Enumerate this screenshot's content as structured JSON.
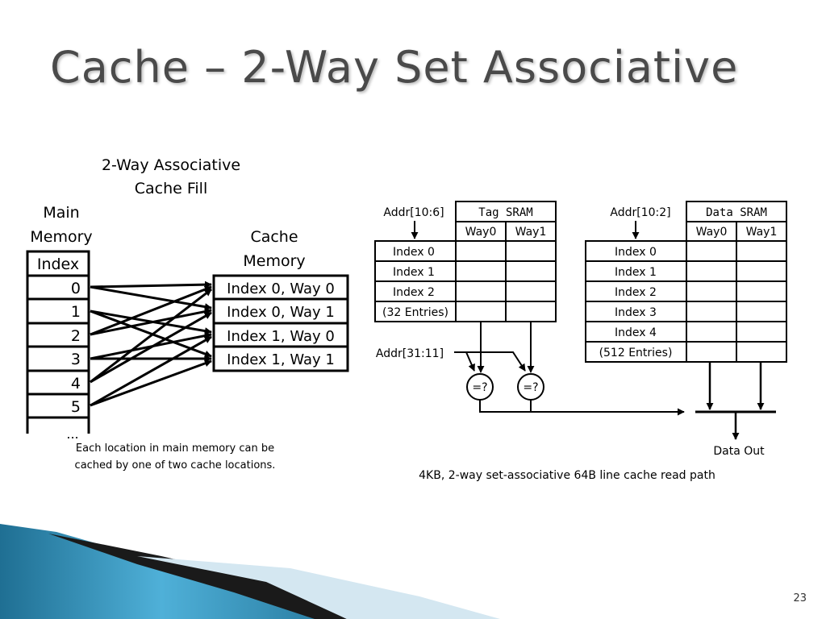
{
  "slide": {
    "title": "Cache – 2-Way Set Associative",
    "page_number": "23"
  },
  "left": {
    "heading_line1": "2-Way Associative",
    "heading_line2": "Cache Fill",
    "main_label_line1": "Main",
    "main_label_line2": "Memory",
    "main_rows": [
      "Index",
      "0",
      "1",
      "2",
      "3",
      "4",
      "5"
    ],
    "main_ellipsis": "...",
    "cache_label_line1": "Cache",
    "cache_label_line2": "Memory",
    "cache_rows": [
      "Index 0, Way 0",
      "Index 0, Way 1",
      "Index 1, Way 0",
      "Index 1, Way 1"
    ],
    "caption_line1": "Each location in main memory can be",
    "caption_line2": "cached by one of two cache locations."
  },
  "right": {
    "tag_addr": "Addr[10:6]",
    "tag_title": "Tag SRAM",
    "way0": "Way0",
    "way1": "Way1",
    "tag_rows": [
      "Index 0",
      "Index 1",
      "Index 2",
      "(32 Entries)"
    ],
    "data_addr": "Addr[10:2]",
    "data_title": "Data SRAM",
    "data_rows": [
      "Index 0",
      "Index 1",
      "Index 2",
      "Index 3",
      "Index 4",
      "(512 Entries)"
    ],
    "compare_addr": "Addr[31:11]",
    "comparator": "=?",
    "output": "Data Out",
    "caption": "4KB, 2-way set-associative 64B line cache read path"
  },
  "colors": {
    "line": "#000000",
    "title": "#4a4a4a",
    "swoosh_dark": "#1a1a1a",
    "swoosh_blue": "#3a8fb7",
    "swoosh_light": "#cfe3ee"
  }
}
